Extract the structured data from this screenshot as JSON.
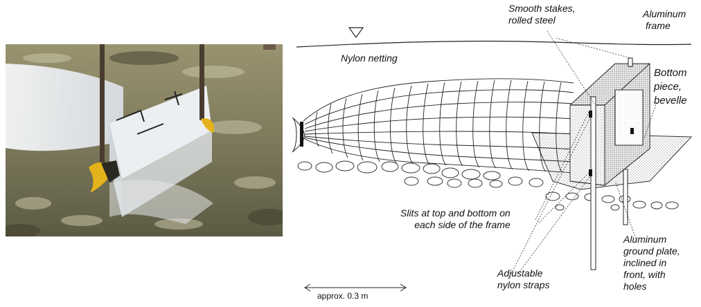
{
  "labels": {
    "smooth_stakes_line1": "Smooth stakes,",
    "smooth_stakes_line2": "rolled steel",
    "aluminum_frame_line1": "Aluminum",
    "aluminum_frame_line2": "frame",
    "nylon_netting": "Nylon netting",
    "bottom_piece_line1": "Bottom",
    "bottom_piece_line2": "piece,",
    "bottom_piece_line3": "bevelle",
    "slits_line1": "Slits at top and bottom on",
    "slits_line2": "each side of the frame",
    "ground_plate_line1": "Aluminum",
    "ground_plate_line2": "ground plate,",
    "ground_plate_line3": "inclined in",
    "ground_plate_line4": "front, with",
    "ground_plate_line5": "holes",
    "straps_line1": "Adjustable",
    "straps_line2": "nylon straps"
  },
  "scale_bar": {
    "text": "approx. 0.3 m"
  }
}
